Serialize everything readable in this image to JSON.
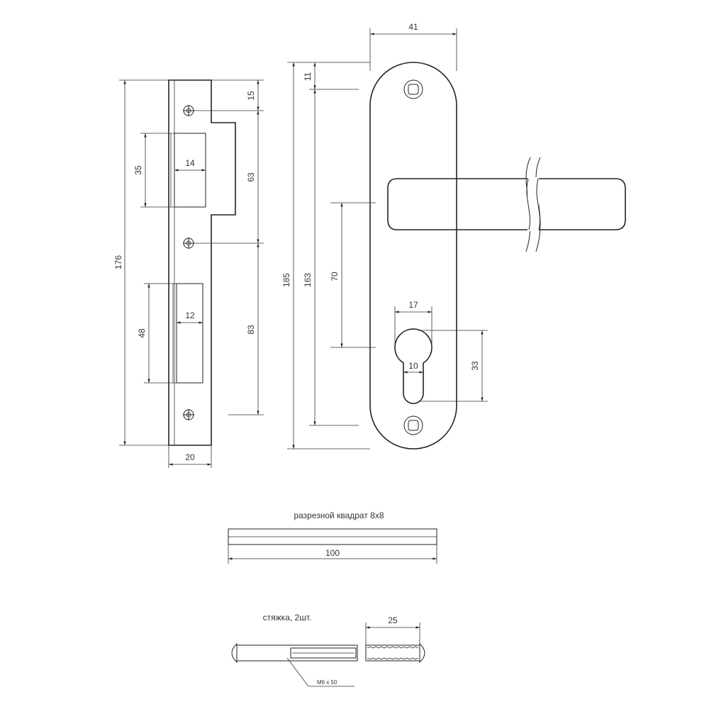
{
  "strike_plate": {
    "dim_height_total": "176",
    "dim_width": "20",
    "dim_top_screw": "15",
    "dim_screw_spacing_1": "63",
    "dim_screw_spacing_2": "83",
    "dim_latch_height": "35",
    "dim_latch_width": "14",
    "dim_bolt_height": "48",
    "dim_bolt_width": "12"
  },
  "handle_plate": {
    "dim_width": "41",
    "dim_top_offset": "11",
    "dim_height_total": "185",
    "dim_screw_spacing": "163",
    "dim_handle_to_cylinder": "70",
    "dim_cylinder_width": "17",
    "dim_cylinder_narrow": "10",
    "dim_cylinder_height": "33"
  },
  "spindle": {
    "caption": "разрезной квадрат 8х8",
    "dim_length": "100"
  },
  "tie_bolt": {
    "caption": "стяжка, 2шт.",
    "dim_sleeve_length": "25",
    "thread_label": "M6 x 50"
  },
  "colors": {
    "line": "#222222",
    "background": "#ffffff"
  }
}
